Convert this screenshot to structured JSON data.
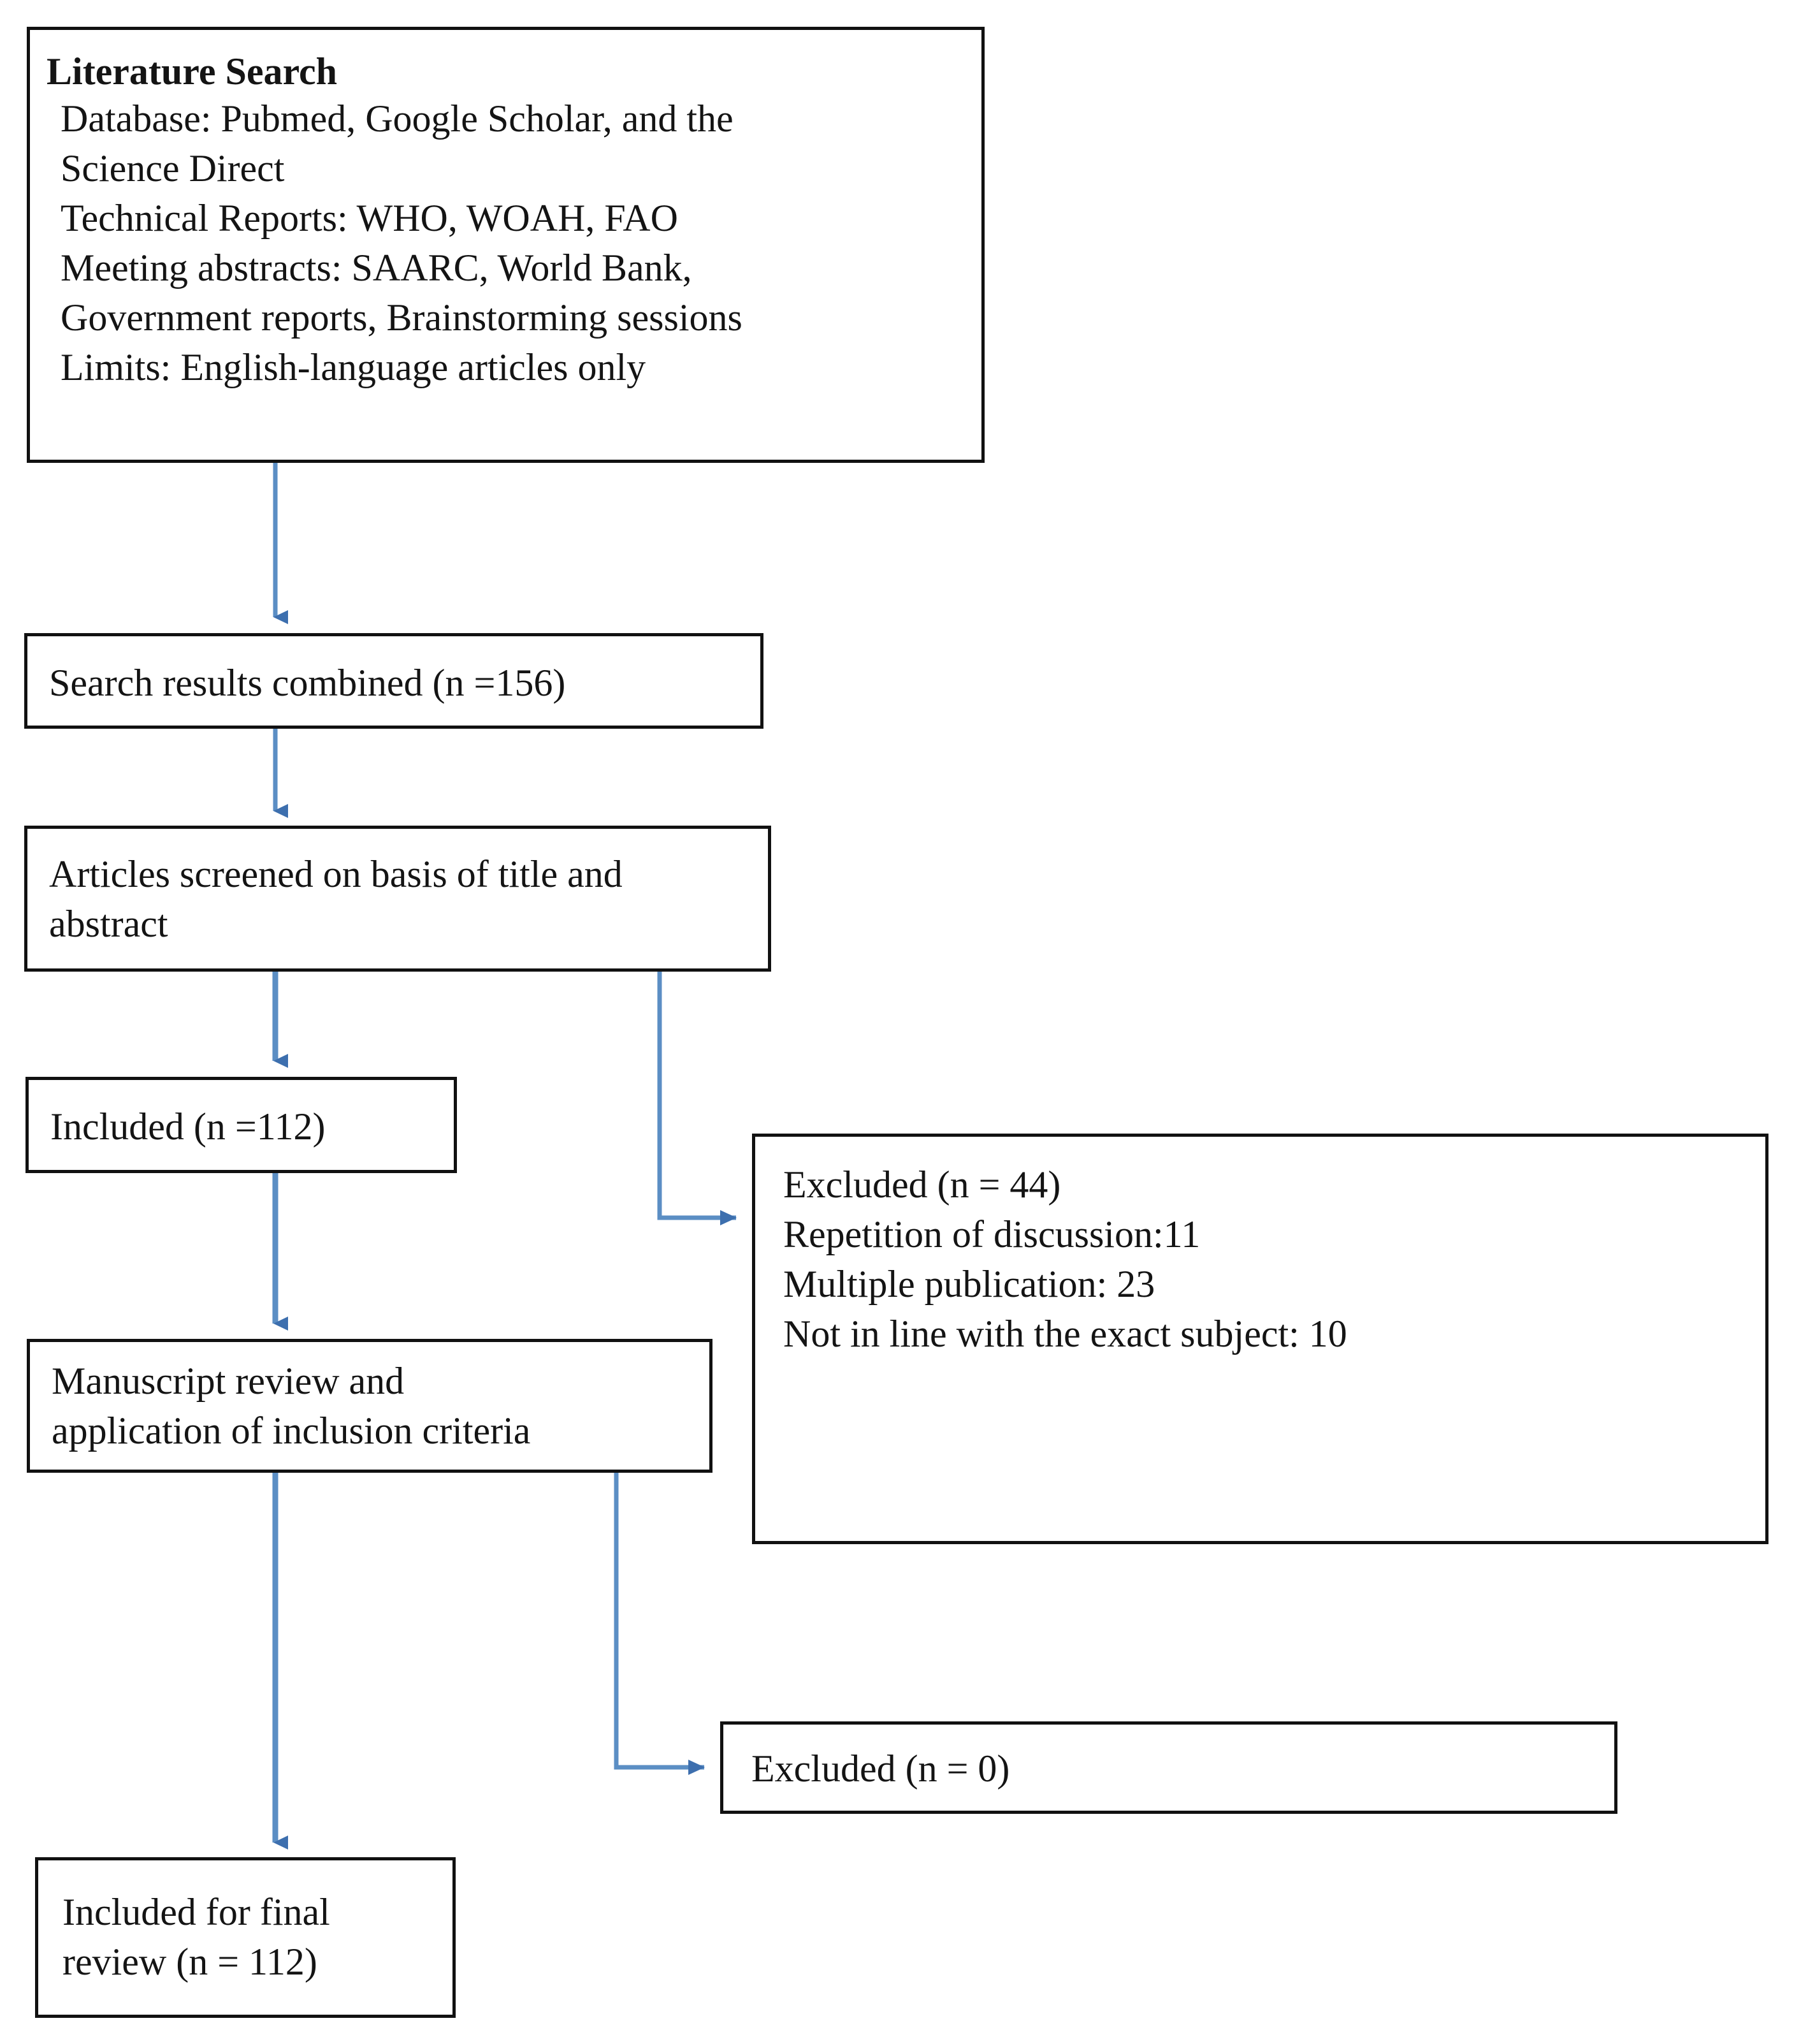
{
  "diagram": {
    "type": "prisma-flow-diagram",
    "accent_color": "#4472a8",
    "box_border_color": "#111111",
    "background_color": "#ffffff",
    "boxes": [
      {
        "id": "literature-search",
        "title": "Literature Search",
        "lines": [
          "Database: Pubmed, Google Scholar, and the",
          "Science Direct",
          "Technical Reports: WHO, WOAH, FAO",
          "Meeting abstracts: SAARC, World Bank,",
          "Government reports, Brainstorming sessions",
          "Limits: English-language articles only"
        ],
        "text": "Database: Pubmed, Google Scholar, and the\nScience Direct\nTechnical Reports: WHO, WOAH, FAO\nMeeting abstracts: SAARC, World Bank,\nGovernment reports, Brainstorming sessions\nLimits: English-language articles only"
      },
      {
        "id": "search-results-combined",
        "text": "Search results combined (n =156)",
        "count": 156
      },
      {
        "id": "articles-screened",
        "text": "Articles screened on basis of title and\nabstract"
      },
      {
        "id": "included",
        "text": "Included (n =112)",
        "count": 112
      },
      {
        "id": "manuscript-review",
        "text": "Manuscript review and\napplication of inclusion criteria"
      },
      {
        "id": "excluded-44",
        "text": "Excluded (n = 44)\nRepetition of discussion:11\nMultiple publication: 23\nNot in line with the exact subject: 10",
        "count": 44,
        "reasons": [
          {
            "label": "Repetition of discussion",
            "value": 11
          },
          {
            "label": "Multiple publication",
            "value": 23
          },
          {
            "label": "Not in line with the exact subject",
            "value": 10
          }
        ]
      },
      {
        "id": "excluded-0",
        "text": "Excluded (n = 0)",
        "count": 0
      },
      {
        "id": "final-review",
        "text": "Included for final\nreview (n = 112)",
        "count": 112
      }
    ]
  }
}
